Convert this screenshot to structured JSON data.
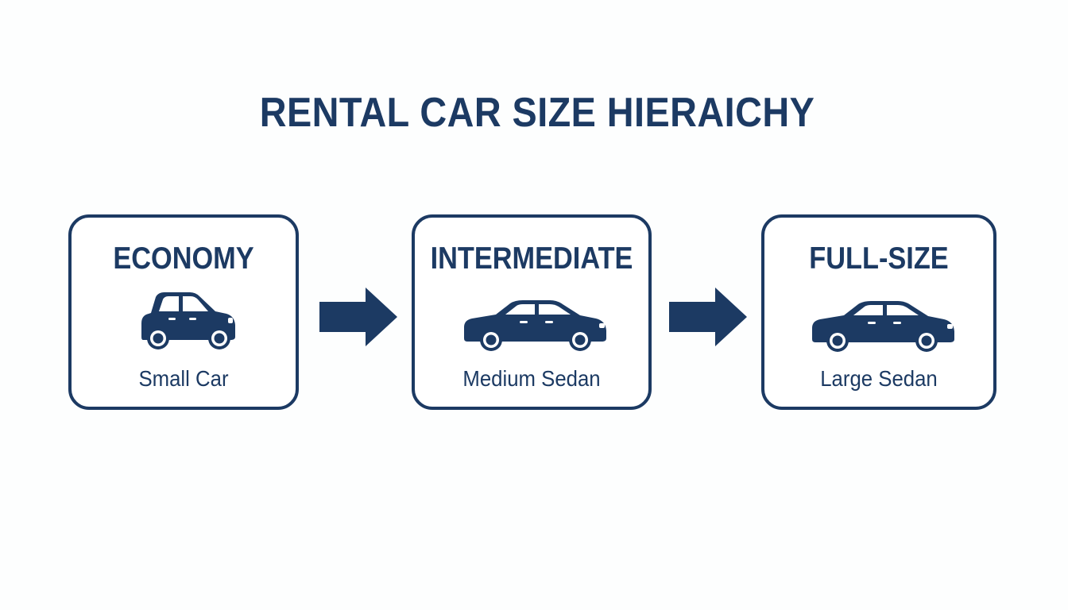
{
  "title": "RENTAL CAR SIZE HIERAICHY",
  "colors": {
    "primary": "#1c3a63",
    "background": "#fdfefe"
  },
  "categories": [
    {
      "name": "ECONOMY",
      "description": "Small Car",
      "icon": "hatchback-car-icon"
    },
    {
      "name": "INTERMEDIATE",
      "description": "Medium Sedan",
      "icon": "sedan-car-icon"
    },
    {
      "name": "FULL-SIZE",
      "description": "Large Sedan",
      "icon": "large-sedan-car-icon"
    }
  ],
  "connectors": [
    "right-arrow-icon",
    "right-arrow-icon"
  ]
}
